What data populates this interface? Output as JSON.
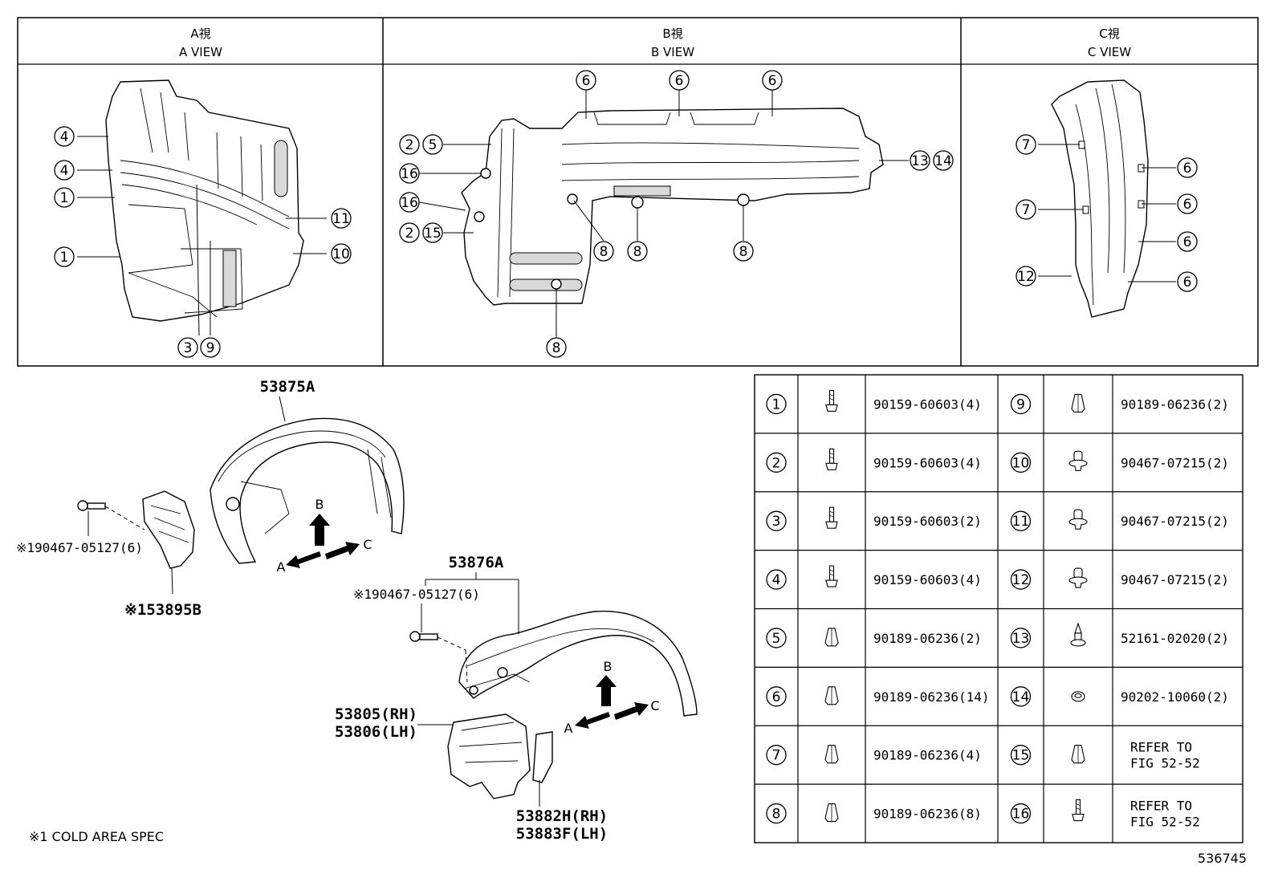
{
  "views": {
    "a": {
      "line1": "A視",
      "line2": "A VIEW"
    },
    "b": {
      "line1": "B視",
      "line2": "B VIEW"
    },
    "c": {
      "line1": "C視",
      "line2": "C VIEW"
    }
  },
  "callouts": {
    "a": [
      "4",
      "4",
      "1",
      "1",
      "11",
      "10",
      "3",
      "9"
    ],
    "b": [
      "6",
      "6",
      "6",
      "2",
      "5",
      "16",
      "16",
      "2",
      "15",
      "13",
      "14",
      "8",
      "8",
      "8",
      "8"
    ],
    "c": [
      "7",
      "7",
      "12",
      "6",
      "6",
      "6",
      "6"
    ]
  },
  "parts": {
    "p53875a": "53875A",
    "p53876a": "53876A",
    "p53895b": "※153895B",
    "clip_upper": "※190467-05127(6)",
    "clip_lower": "※190467-05127(6)",
    "p53805": "53805(RH)",
    "p53806": "53806(LH)",
    "p53882h": "53882H(RH)",
    "p53883f": "53883F(LH)"
  },
  "arrows": {
    "upper": {
      "a": "A",
      "b": "B",
      "c": "C"
    },
    "lower": {
      "a": "A",
      "b": "B",
      "c": "C"
    }
  },
  "fastener_table": {
    "rows": [
      {
        "left": {
          "num": "1",
          "part": "90159-60603(4)",
          "icon": "bolt-icon"
        },
        "right": {
          "num": "9",
          "part": "90189-06236(2)",
          "icon": "nut-clip-icon"
        }
      },
      {
        "left": {
          "num": "2",
          "part": "90159-60603(4)",
          "icon": "bolt-icon"
        },
        "right": {
          "num": "10",
          "part": "90467-07215(2)",
          "icon": "push-clip-icon"
        }
      },
      {
        "left": {
          "num": "3",
          "part": "90159-60603(2)",
          "icon": "bolt-icon"
        },
        "right": {
          "num": "11",
          "part": "90467-07215(2)",
          "icon": "push-clip-icon"
        }
      },
      {
        "left": {
          "num": "4",
          "part": "90159-60603(4)",
          "icon": "bolt-icon"
        },
        "right": {
          "num": "12",
          "part": "90467-07215(2)",
          "icon": "push-clip-icon"
        }
      },
      {
        "left": {
          "num": "5",
          "part": "90189-06236(2)",
          "icon": "nut-clip-icon"
        },
        "right": {
          "num": "13",
          "part": "52161-02020(2)",
          "icon": "retainer-clip-icon"
        }
      },
      {
        "left": {
          "num": "6",
          "part": "90189-06236(14)",
          "icon": "nut-clip-icon"
        },
        "right": {
          "num": "14",
          "part": "90202-10060(2)",
          "icon": "washer-icon"
        }
      },
      {
        "left": {
          "num": "7",
          "part": "90189-06236(4)",
          "icon": "nut-clip-icon"
        },
        "right": {
          "num": "15",
          "part": "REFER TO|FIG 52-52",
          "icon": "nut-clip-icon"
        }
      },
      {
        "left": {
          "num": "8",
          "part": "90189-06236(8)",
          "icon": "nut-clip-icon"
        },
        "right": {
          "num": "16",
          "part": "REFER TO|FIG 52-52",
          "icon": "bolt-icon"
        }
      }
    ]
  },
  "footnote": "※1 COLD AREA SPEC",
  "figure_number": "536745"
}
